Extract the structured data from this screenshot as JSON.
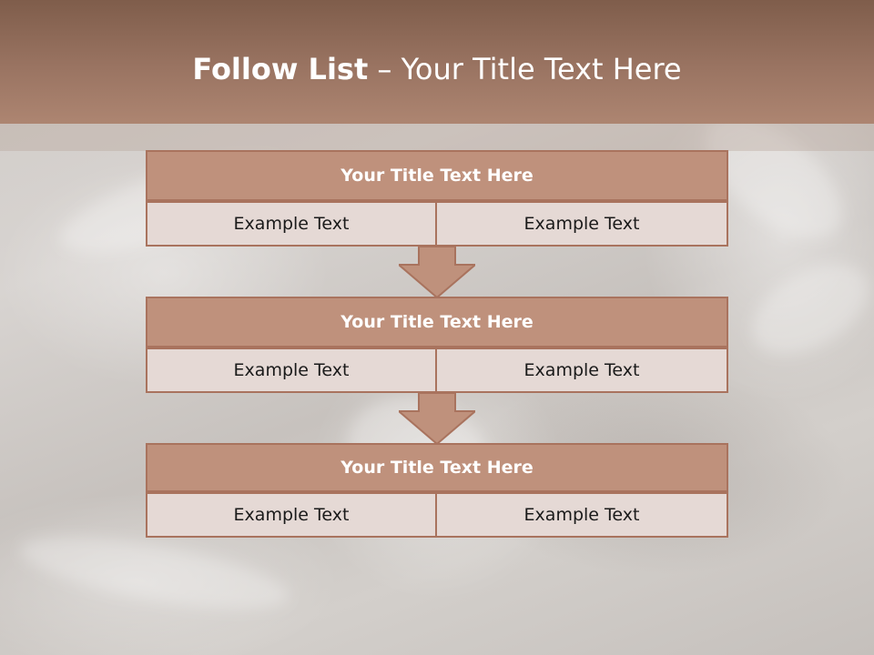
{
  "slide": {
    "title_bold": "Follow List",
    "title_rest": "– Your Title Text Here"
  },
  "blocks": [
    {
      "title": "Your Title Text Here",
      "left": "Example Text",
      "right": "Example Text"
    },
    {
      "title": "Your Title Text Here",
      "left": "Example Text",
      "right": "Example Text"
    },
    {
      "title": "Your Title Text Here",
      "left": "Example Text",
      "right": "Example Text"
    }
  ],
  "colors": {
    "header": "#9a7462",
    "block_title": "#bf917c",
    "block_cell": "#e5d9d5",
    "border": "#a9735e"
  }
}
